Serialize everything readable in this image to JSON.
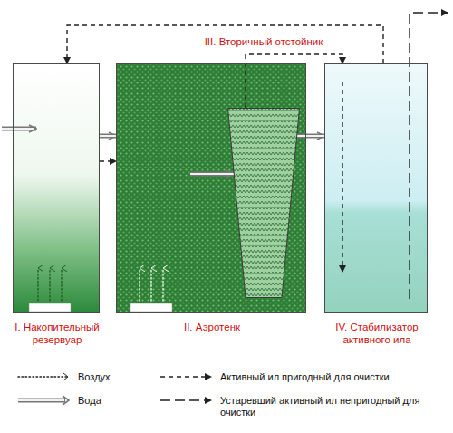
{
  "diagram": {
    "nodes": [
      {
        "text": [
          "I. Накопительный резервуар"
        ]
      },
      {
        "text": [
          "II. Аэротенк"
        ]
      },
      {
        "text": [
          "III. Вторичный отстойник"
        ],
        "in": 1
      },
      {
        "text": [
          "IV. Стабилизатор активного ила"
        ]
      }
    ],
    "edges": [
      {
        "from": 0,
        "to": 1,
        "arrow": "to"
      },
      {
        "from": 0,
        "to": 1,
        "arrow": "to"
      },
      {
        "from": 1,
        "to": 2,
        "arrow": "to"
      },
      {
        "from": 2,
        "to": 3,
        "arrow": "to"
      },
      {
        "from": 2,
        "to": 3,
        "arrow": "to"
      },
      {
        "from": 3,
        "to": 0,
        "arrow": "to"
      }
    ],
    "legend": [
      {
        "text": "Воздух"
      },
      {
        "text": "Вода"
      },
      {
        "text": "Активный ил пригодный для очистки"
      },
      {
        "text": "Устаревший активный ил непригодный для очистки"
      }
    ]
  }
}
